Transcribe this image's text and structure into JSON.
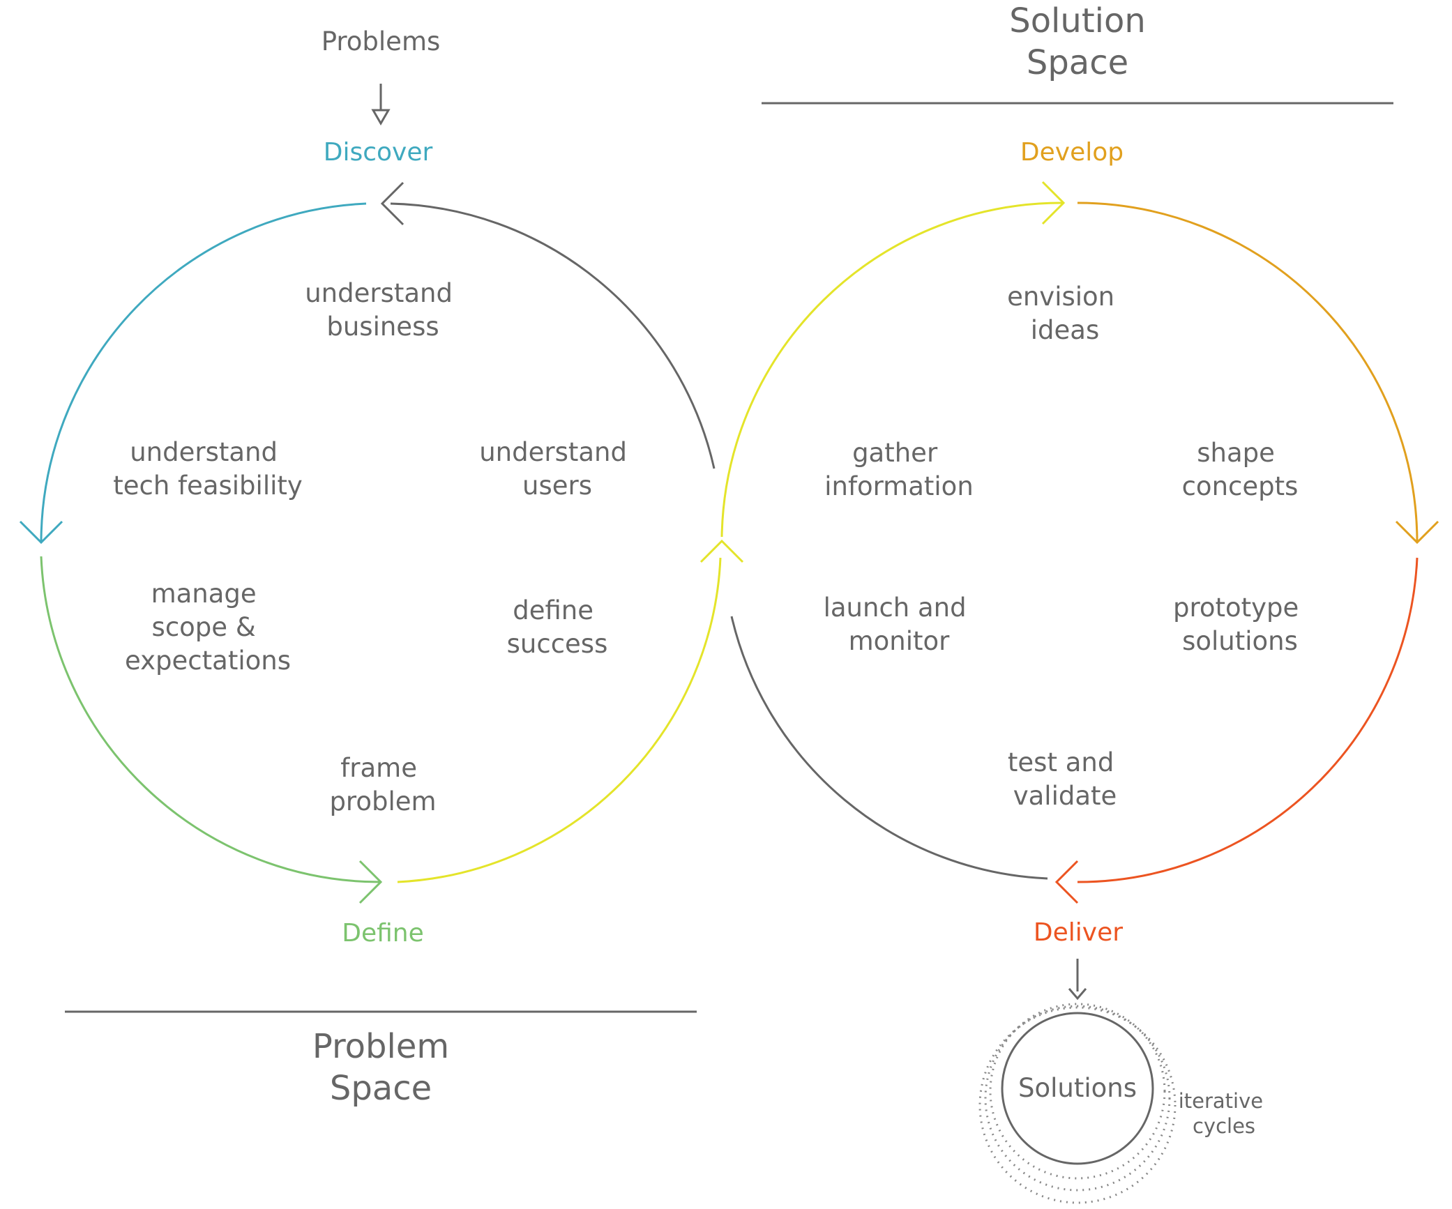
{
  "inputs": {
    "problems": "Problems"
  },
  "outputs": {
    "solutions": "Solutions",
    "iterative": [
      "iterative",
      "cycles"
    ]
  },
  "stages": {
    "discover": {
      "label": "Discover",
      "color": "#3fa9bf"
    },
    "define": {
      "label": "Define",
      "color": "#7cc36e"
    },
    "develop": {
      "label": "Develop",
      "color": "#e1a01e"
    },
    "deliver": {
      "label": "Deliver",
      "color": "#ec5421"
    }
  },
  "spaces": {
    "problem": [
      "Problem",
      "Space"
    ],
    "solution": [
      "Solution",
      "Space"
    ]
  },
  "problem_activities": [
    [
      "understand",
      "business"
    ],
    [
      "understand",
      "tech feasibility"
    ],
    [
      "understand",
      "users"
    ],
    [
      "manage",
      "scope &",
      "expectations"
    ],
    [
      "define",
      "success"
    ],
    [
      "frame",
      "problem"
    ]
  ],
  "solution_activities": [
    [
      "envision",
      "ideas"
    ],
    [
      "gather",
      "information"
    ],
    [
      "shape",
      "concepts"
    ],
    [
      "launch and",
      "monitor"
    ],
    [
      "prototype",
      "solutions"
    ],
    [
      "test and",
      "validate"
    ]
  ],
  "colors": {
    "gray": "#666666",
    "yellow": "#e4e42a",
    "discover": "#3fa9bf",
    "define": "#7cc36e",
    "develop": "#e1a01e",
    "deliver": "#ec5421"
  }
}
